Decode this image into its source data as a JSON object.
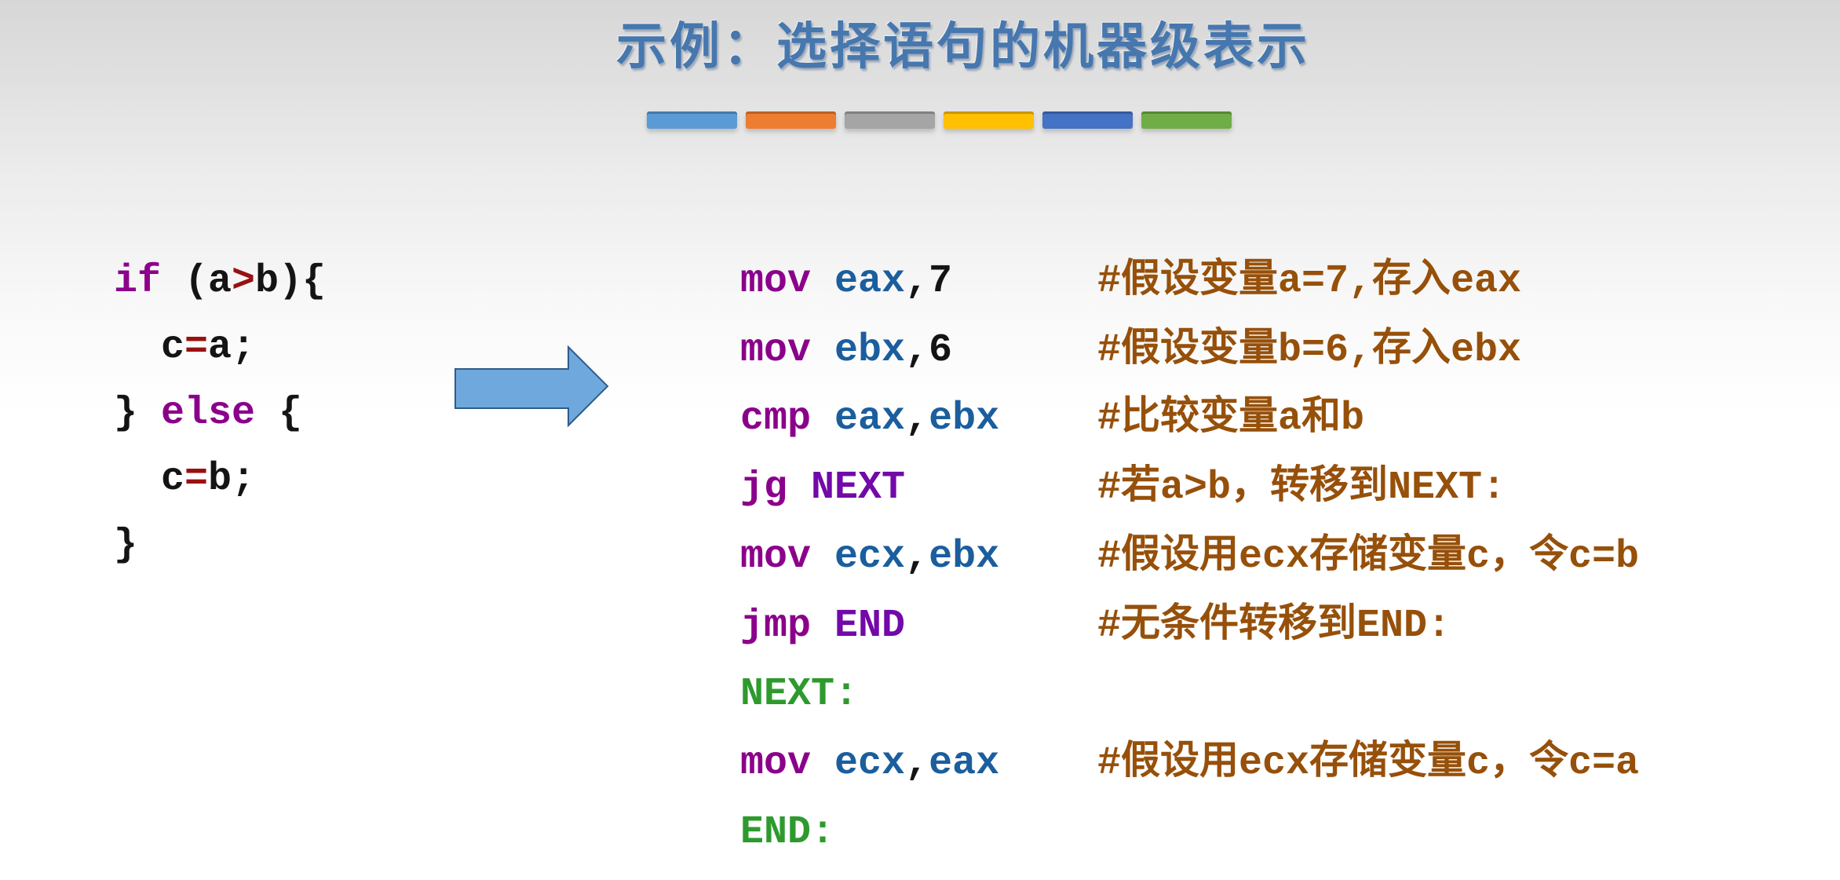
{
  "title": "示例：选择语句的机器级表示",
  "colors": {
    "title": "#4677AE",
    "kw": "#8B008B",
    "reg": "#1B5E9E",
    "plain": "#141414",
    "op": "#991111",
    "label": "#2E9A2E",
    "target": "#7209A8",
    "comment": "#96500A",
    "arrowFill": "#6FA8DC",
    "arrowStroke": "#2E5C8A"
  },
  "icons": {
    "flow_arrow": "right-arrow"
  },
  "divider_bars": [
    "#5B9BD5",
    "#ED7D31",
    "#A5A5A5",
    "#FFC000",
    "#4472C4",
    "#70AD47"
  ],
  "c_code": {
    "lines": [
      [
        {
          "t": "if",
          "c": "kw"
        },
        {
          "t": " (a",
          "c": "plain"
        },
        {
          "t": ">",
          "c": "op"
        },
        {
          "t": "b){",
          "c": "plain"
        }
      ],
      [
        {
          "t": "  c",
          "c": "plain"
        },
        {
          "t": "=",
          "c": "op"
        },
        {
          "t": "a;",
          "c": "plain"
        }
      ],
      [
        {
          "t": "} ",
          "c": "plain"
        },
        {
          "t": "else",
          "c": "kw"
        },
        {
          "t": " {",
          "c": "plain"
        }
      ],
      [
        {
          "t": "  c",
          "c": "plain"
        },
        {
          "t": "=",
          "c": "op"
        },
        {
          "t": "b;",
          "c": "plain"
        }
      ],
      [
        {
          "t": "}",
          "c": "plain"
        }
      ]
    ]
  },
  "assembly": {
    "lines": [
      {
        "code": [
          {
            "t": "mov",
            "c": "kw"
          },
          {
            "t": " ",
            "c": "plain"
          },
          {
            "t": "eax",
            "c": "reg"
          },
          {
            "t": ",7",
            "c": "plain"
          }
        ],
        "comment": "#假设变量a=7,存入eax"
      },
      {
        "code": [
          {
            "t": "mov",
            "c": "kw"
          },
          {
            "t": " ",
            "c": "plain"
          },
          {
            "t": "ebx",
            "c": "reg"
          },
          {
            "t": ",6",
            "c": "plain"
          }
        ],
        "comment": "#假设变量b=6,存入ebx"
      },
      {
        "code": [
          {
            "t": "cmp",
            "c": "kw"
          },
          {
            "t": " ",
            "c": "plain"
          },
          {
            "t": "eax",
            "c": "reg"
          },
          {
            "t": ",",
            "c": "plain"
          },
          {
            "t": "ebx",
            "c": "reg"
          }
        ],
        "comment": "#比较变量a和b"
      },
      {
        "code": [
          {
            "t": "jg",
            "c": "kw"
          },
          {
            "t": " ",
            "c": "plain"
          },
          {
            "t": "NEXT",
            "c": "target"
          }
        ],
        "comment": "#若a>b，转移到NEXT:"
      },
      {
        "code": [
          {
            "t": "mov",
            "c": "kw"
          },
          {
            "t": " ",
            "c": "plain"
          },
          {
            "t": "ecx",
            "c": "reg"
          },
          {
            "t": ",",
            "c": "plain"
          },
          {
            "t": "ebx",
            "c": "reg"
          }
        ],
        "comment": "#假设用ecx存储变量c，令c=b"
      },
      {
        "code": [
          {
            "t": "jmp",
            "c": "kw"
          },
          {
            "t": " ",
            "c": "plain"
          },
          {
            "t": "END",
            "c": "target"
          }
        ],
        "comment": "#无条件转移到END:"
      },
      {
        "code": [
          {
            "t": "NEXT:",
            "c": "label"
          }
        ],
        "comment": ""
      },
      {
        "code": [
          {
            "t": "mov",
            "c": "kw"
          },
          {
            "t": " ",
            "c": "plain"
          },
          {
            "t": "ecx",
            "c": "reg"
          },
          {
            "t": ",",
            "c": "plain"
          },
          {
            "t": "eax",
            "c": "reg"
          }
        ],
        "comment": "#假设用ecx存储变量c，令c=a"
      },
      {
        "code": [
          {
            "t": "END:",
            "c": "label"
          }
        ],
        "comment": ""
      }
    ]
  }
}
